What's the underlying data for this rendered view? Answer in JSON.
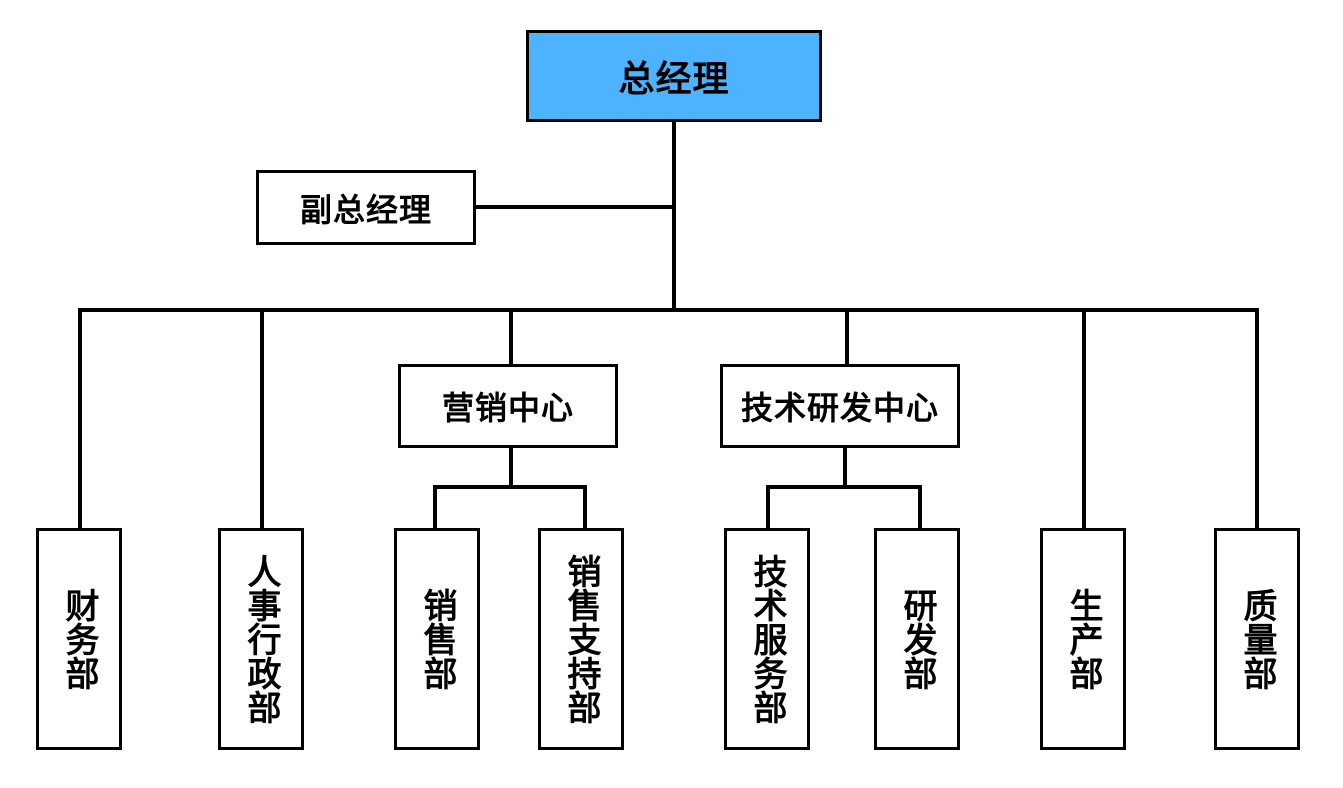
{
  "colors": {
    "root_fill": "#4db3ff",
    "line": "#000000",
    "border": "#000000",
    "background": "#ffffff"
  },
  "org": {
    "general_manager": "总经理",
    "deputy_general_manager": "副总经理",
    "marketing_center": {
      "label": "营销中心",
      "children": [
        "销售部",
        "销售支持部"
      ]
    },
    "tech_rd_center": {
      "label": "技术研发中心",
      "children": [
        "技术服务部",
        "研发部"
      ]
    },
    "finance_dept": "财务部",
    "hr_admin_dept": "人事行政部",
    "production_dept": "生产部",
    "quality_dept": "质量部"
  }
}
